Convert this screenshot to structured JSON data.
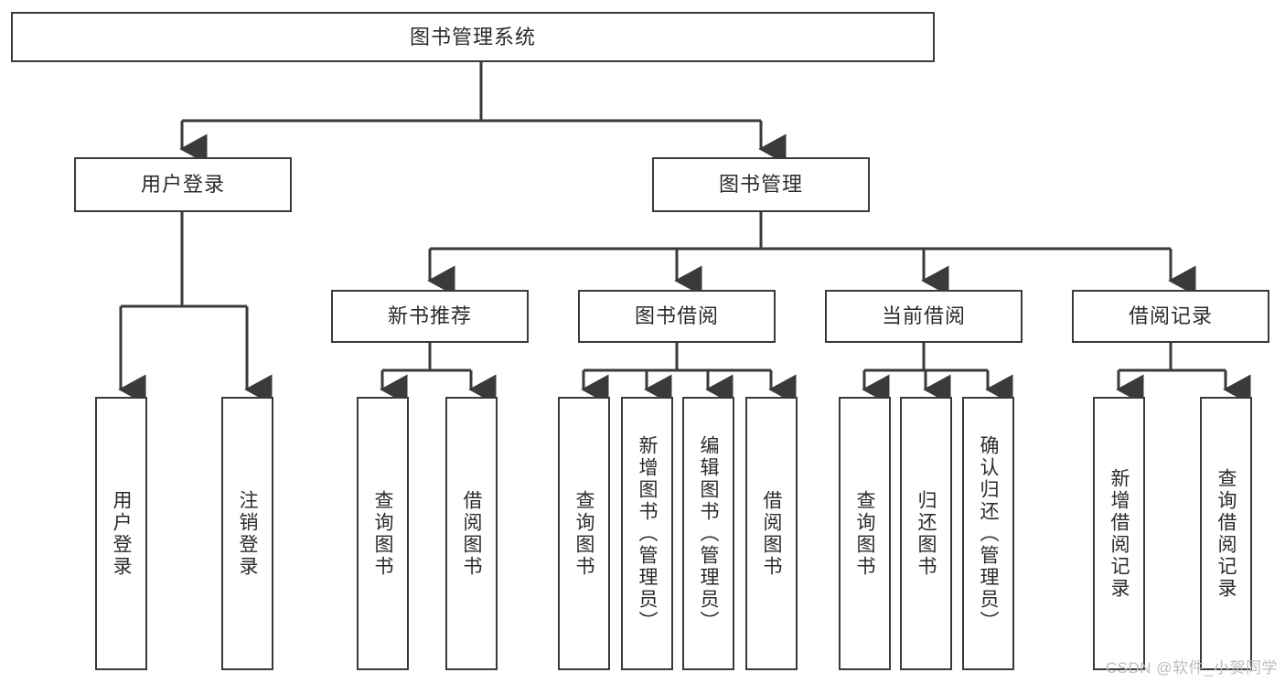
{
  "diagram": {
    "type": "tree",
    "title": "图书管理系统",
    "watermark": "CSDN @软件_小贺同学",
    "colors": {
      "box_border": "#3a3a3a",
      "box_fill": "#ffffff",
      "connector": "#3a3a3a",
      "text": "#2b2b2b",
      "watermark": "#bdbdbd"
    },
    "nodes": {
      "root": {
        "label": "图书管理系统"
      },
      "level2": [
        {
          "label": "用户登录"
        },
        {
          "label": "图书管理"
        }
      ],
      "level3": [
        {
          "label": "新书推荐"
        },
        {
          "label": "图书借阅"
        },
        {
          "label": "当前借阅"
        },
        {
          "label": "借阅记录"
        }
      ],
      "leaves": {
        "user_login": [
          {
            "label": "用户登录"
          },
          {
            "label": "注销登录"
          }
        ],
        "new_book_recommend": [
          {
            "label": "查询图书"
          },
          {
            "label": "借阅图书"
          }
        ],
        "book_borrow": [
          {
            "label": "查询图书"
          },
          {
            "label": "新增图书（管理员）"
          },
          {
            "label": "编辑图书（管理员）"
          },
          {
            "label": "借阅图书"
          }
        ],
        "current_borrow": [
          {
            "label": "查询图书"
          },
          {
            "label": "归还图书"
          },
          {
            "label": "确认归还（管理员）"
          }
        ],
        "borrow_record": [
          {
            "label": "新增借阅记录"
          },
          {
            "label": "查询借阅记录"
          }
        ]
      }
    }
  }
}
